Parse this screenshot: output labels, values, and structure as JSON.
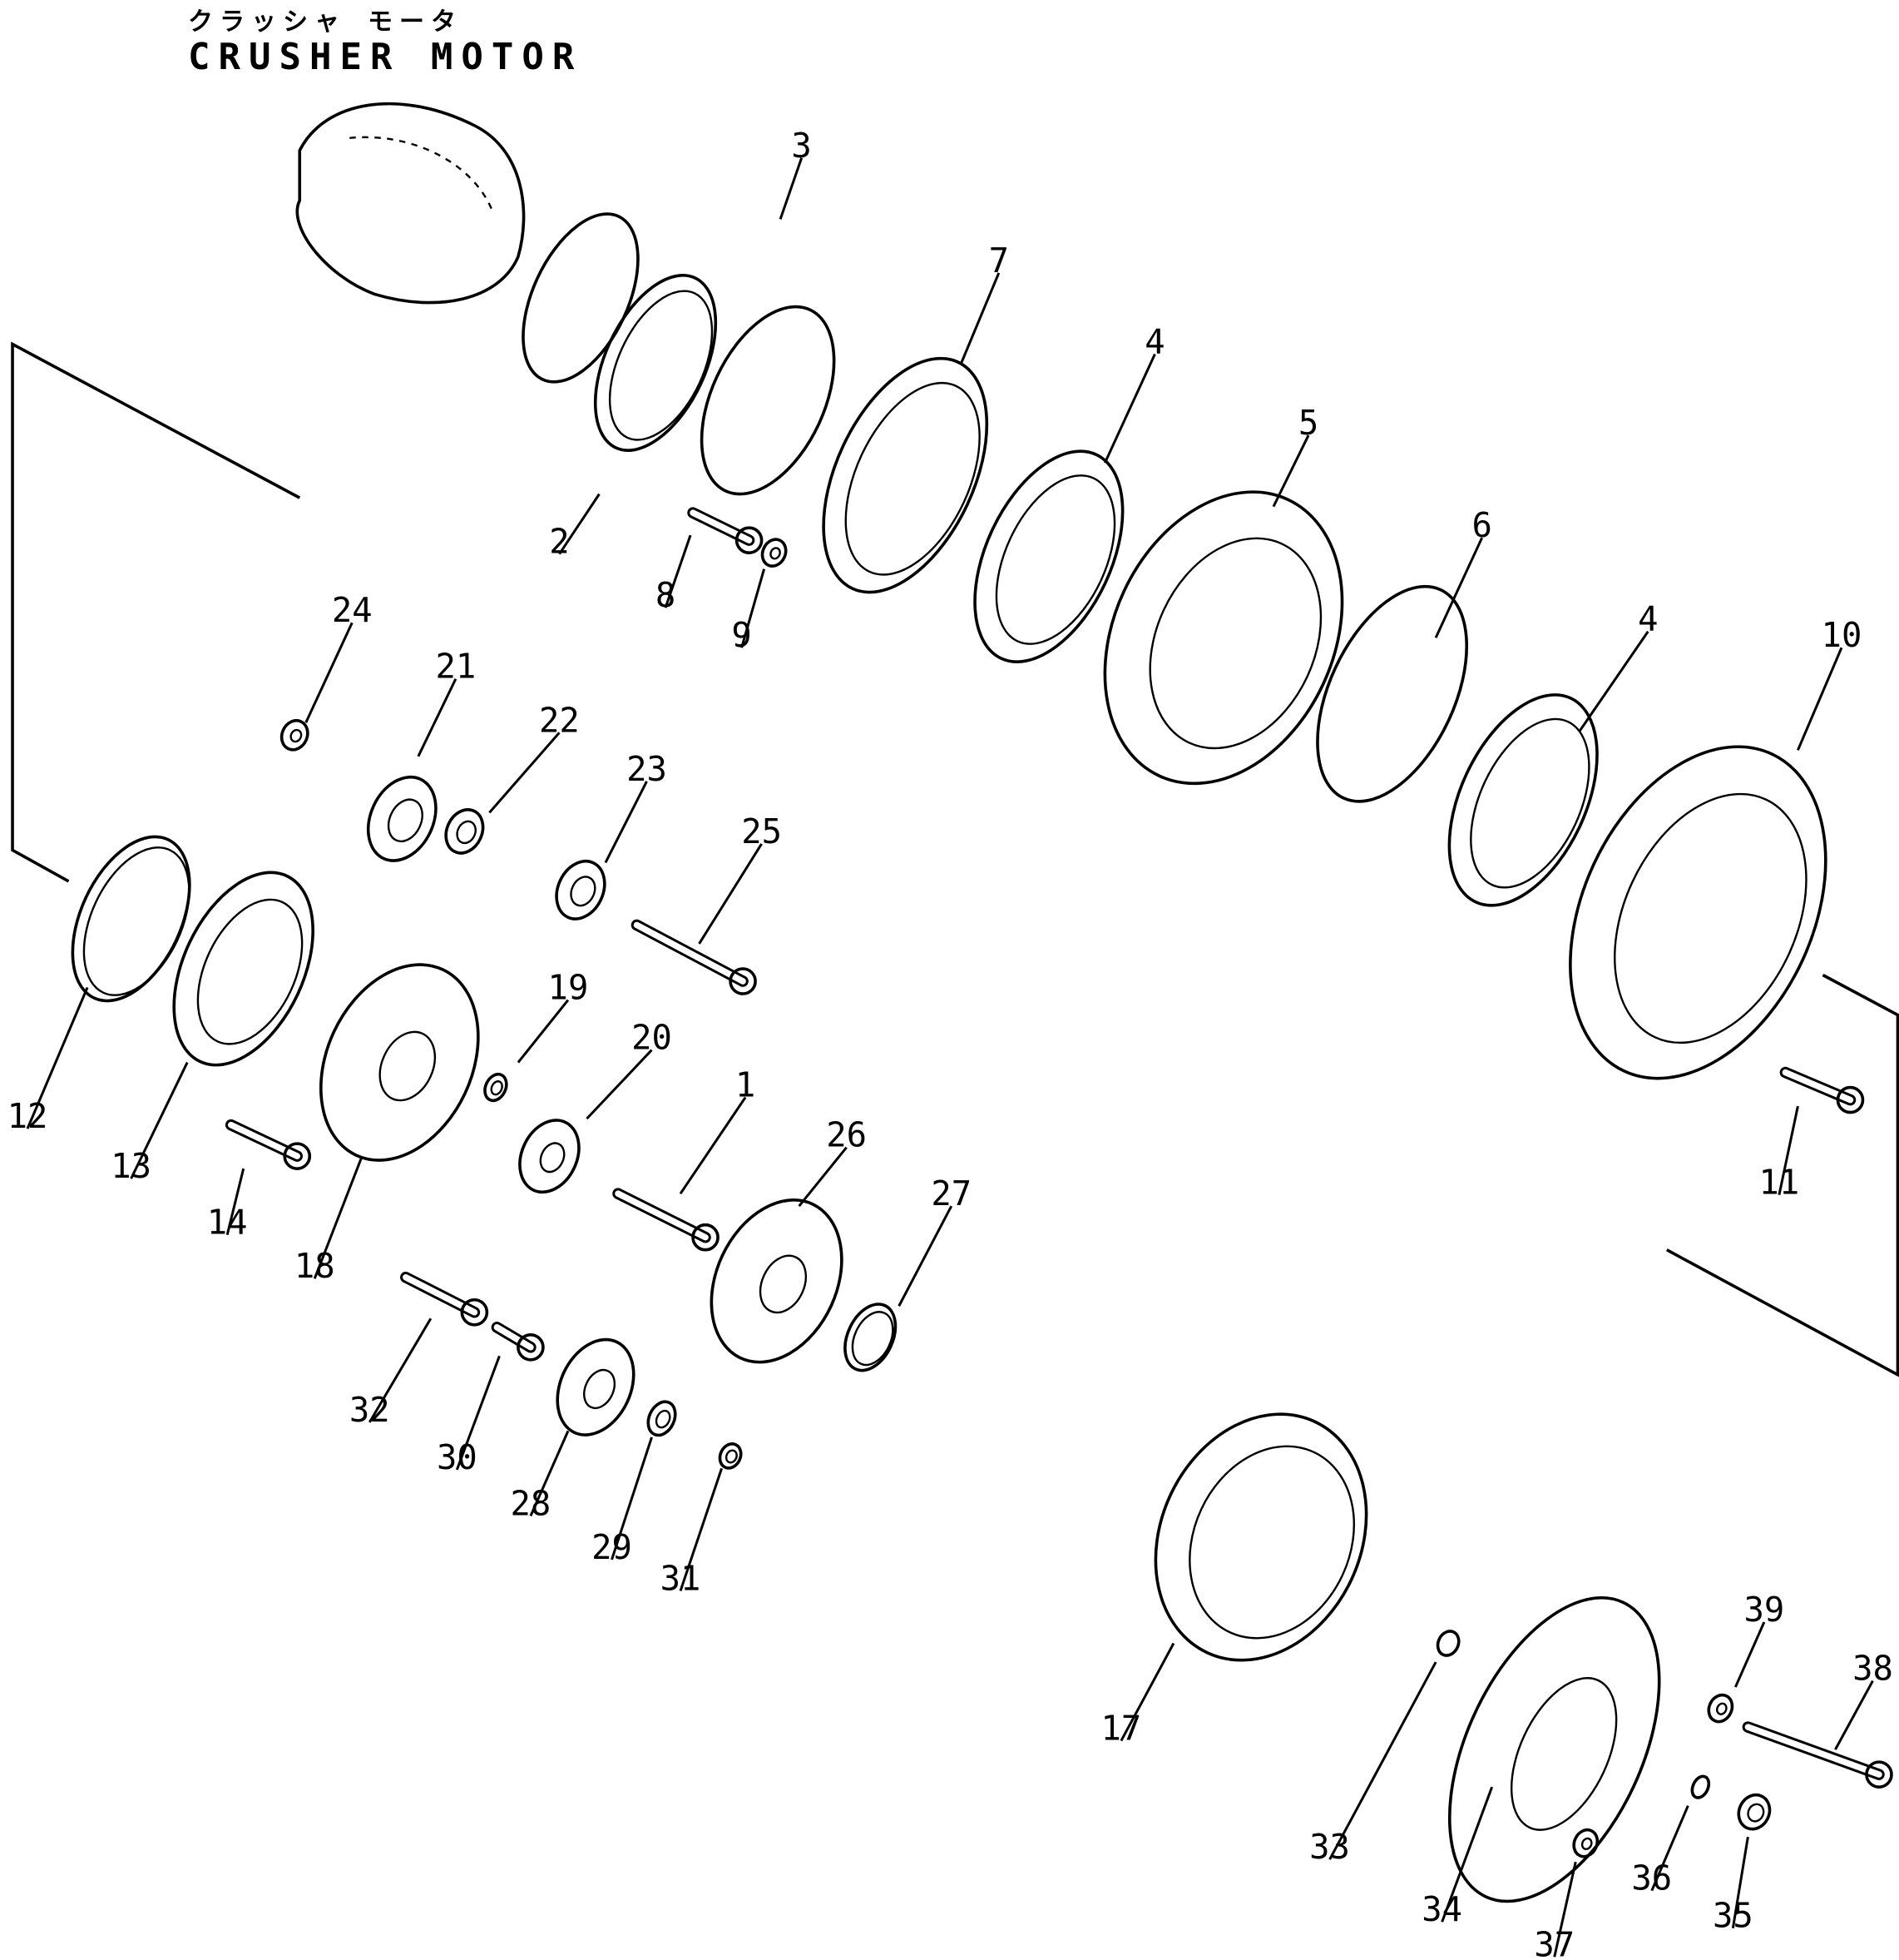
{
  "title": {
    "japanese": "クラッシャ モータ",
    "english": "CRUSHER MOTOR"
  },
  "callouts": [
    "3",
    "7",
    "4",
    "5",
    "2",
    "8",
    "9",
    "6",
    "4",
    "10",
    "24",
    "21",
    "22",
    "23",
    "25",
    "19",
    "20",
    "1",
    "26",
    "27",
    "12",
    "13",
    "14",
    "18",
    "11",
    "32",
    "30",
    "28",
    "29",
    "31",
    "17",
    "39",
    "38",
    "33",
    "34",
    "36",
    "35",
    "37"
  ]
}
